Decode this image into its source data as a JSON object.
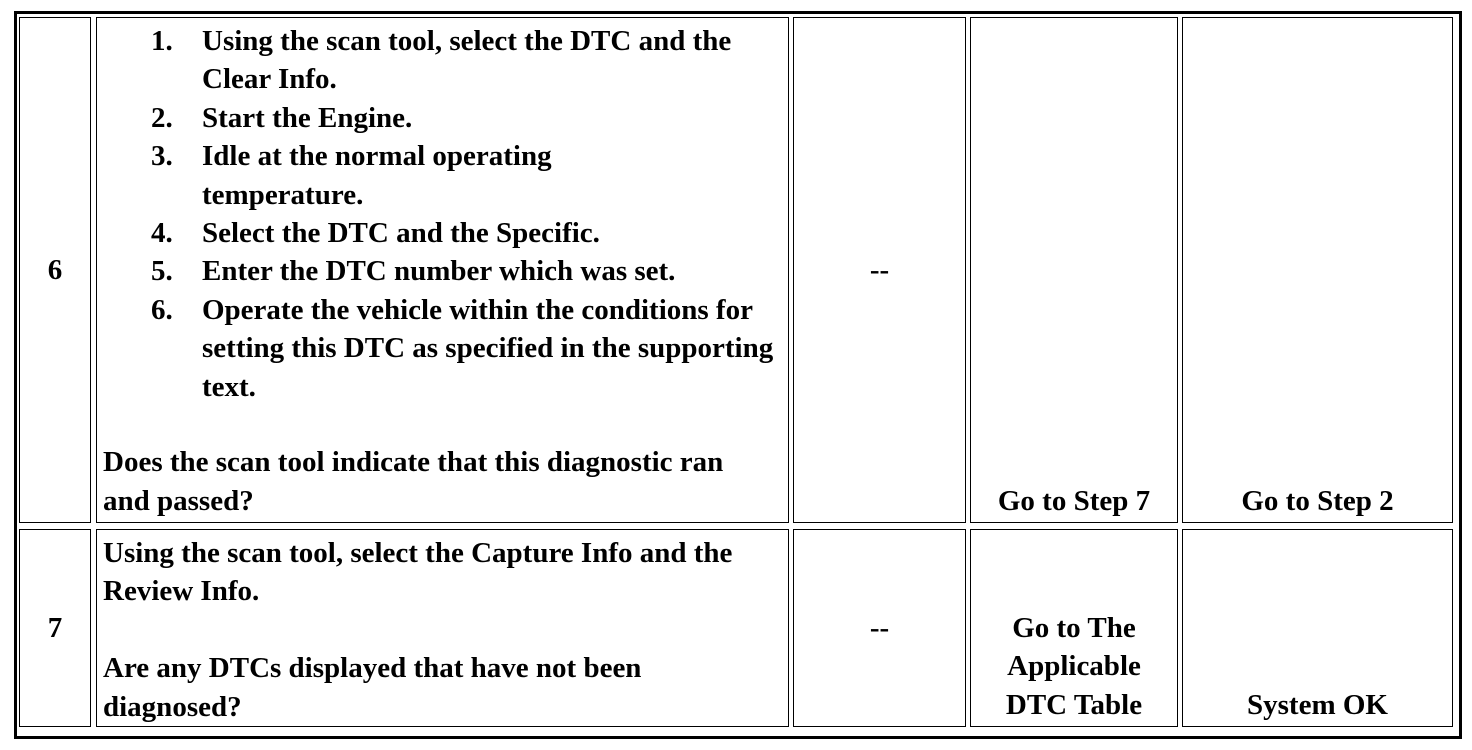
{
  "rows": [
    {
      "step": "6",
      "steps": [
        {
          "num": "1.",
          "text": "Using the scan tool, select the DTC and the Clear Info."
        },
        {
          "num": "2.",
          "text": "Start the Engine."
        },
        {
          "num": "3.",
          "text": "Idle at the normal operating temperature."
        },
        {
          "num": "4.",
          "text": "Select the DTC and the Specific."
        },
        {
          "num": "5.",
          "text": "Enter the DTC number which was set."
        },
        {
          "num": "6.",
          "text": "Operate the vehicle within the conditions for setting this DTC as specified in the supporting text."
        }
      ],
      "question": "Does the scan tool indicate that this diagnostic ran and passed?",
      "value": "--",
      "yes": "Go to Step 7",
      "no": "Go to Step 2"
    },
    {
      "step": "7",
      "instruction": "Using the scan tool, select the Capture Info and the Review Info.",
      "question": "Are any DTCs displayed that have not been diagnosed?",
      "value": "--",
      "yes": "Go to The Applicable DTC Table",
      "no": "System OK"
    }
  ]
}
